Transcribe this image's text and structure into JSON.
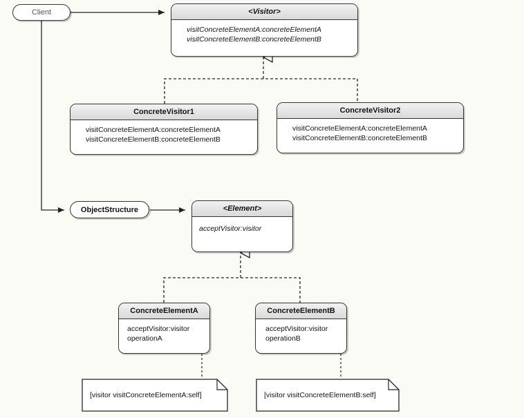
{
  "client": {
    "label": "Client"
  },
  "visitor": {
    "name": "<Visitor>",
    "operations": [
      "visitConcreteElementA:concreteElementA",
      "visitConcreteElementB:concreteElementB"
    ]
  },
  "concrete_visitor_1": {
    "name": "ConcreteVisitor1",
    "operations": [
      "visitConcreteElementA:concreteElementA",
      "visitConcreteElementB:concreteElementB"
    ]
  },
  "concrete_visitor_2": {
    "name": "ConcreteVisitor2",
    "operations": [
      "visitConcreteElementA:concreteElementA",
      "visitConcreteElementB:concreteElementB"
    ]
  },
  "object_structure": {
    "label": "ObjectStructure"
  },
  "element": {
    "name": "<Element>",
    "operations": [
      "acceptVisitor:visitor"
    ]
  },
  "concrete_element_a": {
    "name": "ConcreteElementA",
    "operations": [
      "acceptVisitor:visitor",
      "operationA"
    ]
  },
  "concrete_element_b": {
    "name": "ConcreteElementB",
    "operations": [
      "acceptVisitor:visitor",
      "operationB"
    ]
  },
  "note_a": {
    "text": "[visitor visitConcreteElementA:self]"
  },
  "note_b": {
    "text": "[visitor visitConcreteElementB:self]"
  }
}
